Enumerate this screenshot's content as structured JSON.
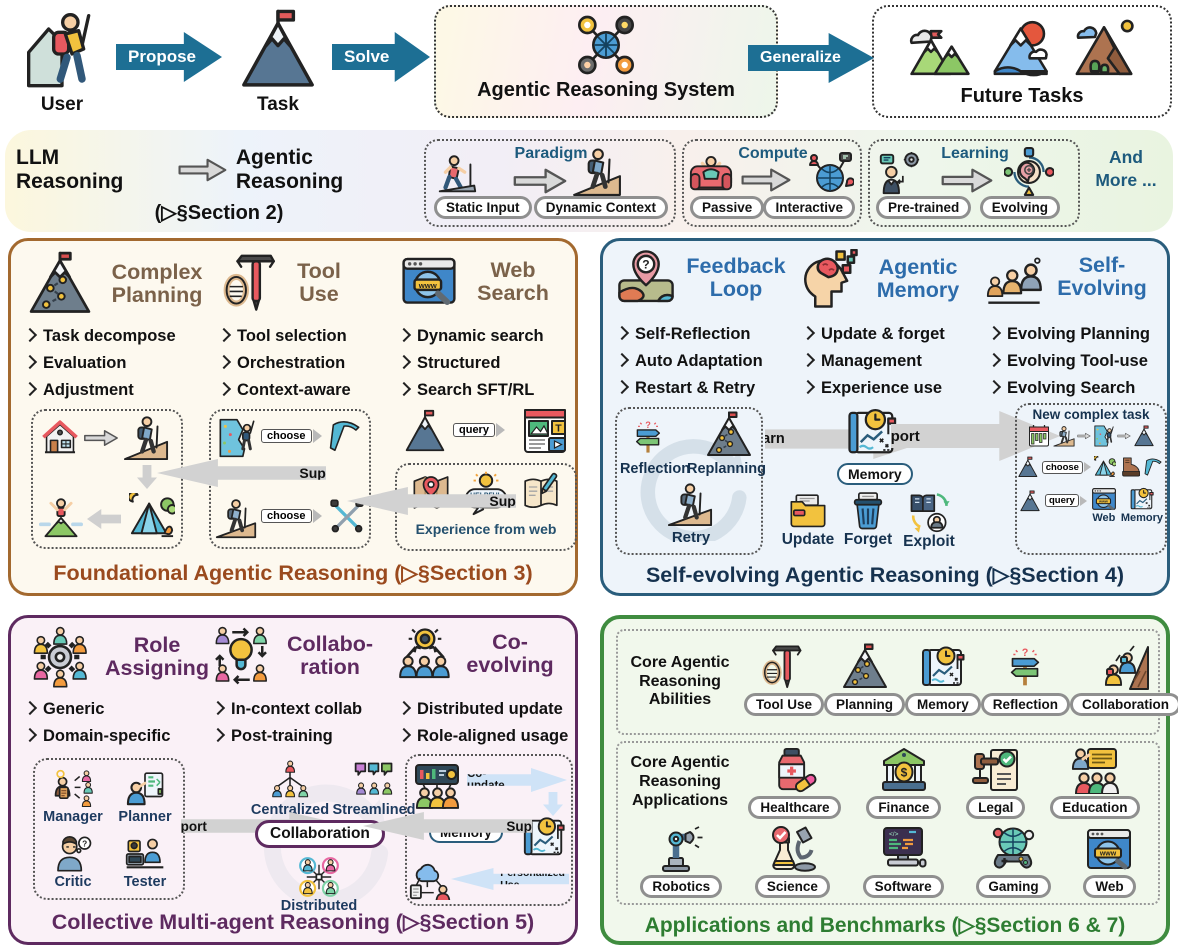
{
  "top_flow": {
    "user": "User",
    "propose": "Propose",
    "task": "Task",
    "solve": "Solve",
    "system": "Agentic Reasoning System",
    "generalize": "Generalize",
    "future": "Future Tasks"
  },
  "banner": {
    "from": "LLM Reasoning",
    "to": "Agentic Reasoning",
    "section": "(▷§Section 2)",
    "more": "And More ...",
    "transitions": [
      {
        "title": "Paradigm",
        "from": "Static Input",
        "to": "Dynamic Context",
        "from_icon": "treadmill-icon",
        "to_icon": "hiker-icon"
      },
      {
        "title": "Compute",
        "from": "Passive",
        "to": "Interactive",
        "from_icon": "couch-icon",
        "to_icon": "globe-network-icon"
      },
      {
        "title": "Learning",
        "from": "Pre-trained",
        "to": "Evolving",
        "from_icon": "pretrained-icon",
        "to_icon": "evolving-icon"
      }
    ]
  },
  "foundational": {
    "footer": "Foundational Agentic Reasoning (▷§Section 3)",
    "support": "Support",
    "choose": "choose",
    "query": "query",
    "experience": "Experience from web",
    "columns": [
      {
        "title": "Complex Planning",
        "icon": "mountain-path-icon",
        "bullets": [
          "Task decompose",
          "Evaluation",
          "Adjustment"
        ]
      },
      {
        "title": "Tool Use",
        "icon": "tool-icon",
        "bullets": [
          "Tool selection",
          "Orchestration",
          "Context-aware"
        ]
      },
      {
        "title": "Web Search",
        "icon": "web-search-icon",
        "bullets": [
          "Dynamic search",
          "Structured",
          "Search SFT/RL"
        ]
      }
    ]
  },
  "self_evolving": {
    "footer": "Self-evolving Agentic Reasoning (▷§Section 4)",
    "columns": [
      {
        "title": "Feedback Loop",
        "icon": "map-pin-question-icon",
        "bullets": [
          "Self-Reflection",
          "Auto Adaptation",
          "Restart & Retry"
        ]
      },
      {
        "title": "Agentic Memory",
        "icon": "memory-head-icon",
        "bullets": [
          "Update & forget",
          "Management",
          "Experience use"
        ]
      },
      {
        "title": "Self-Evolving",
        "icon": "self-evolve-icon",
        "bullets": [
          "Evolving Planning",
          "Evolving Tool-use",
          "Evolving Search"
        ]
      }
    ],
    "reflection": "Reflection",
    "replanning": "Replanning",
    "retry": "Retry",
    "learn": "Learn",
    "memory": "Memory",
    "update": "Update",
    "forget": "Forget",
    "exploit": "Exploit",
    "support": "Support",
    "new_task": "New complex task",
    "choose": "choose",
    "query": "query",
    "web": "Web",
    "memory_small": "Memory"
  },
  "collective": {
    "footer": "Collective Multi-agent Reasoning (▷§Section 5)",
    "columns": [
      {
        "title": "Role Assigning",
        "icon": "role-gear-icon",
        "bullets": [
          "Generic",
          "Domain-specific"
        ]
      },
      {
        "title": "Collabo-ration",
        "icon": "bulb-people-icon",
        "bullets": [
          "In-context collab",
          "Post-training"
        ]
      },
      {
        "title": "Co-evolving",
        "icon": "co-evolve-icon",
        "bullets": [
          "Distributed update",
          "Role-aligned usage"
        ]
      }
    ],
    "roles": [
      {
        "label": "Manager",
        "icon": "manager-icon"
      },
      {
        "label": "Planner",
        "icon": "planner-icon"
      },
      {
        "label": "Critic",
        "icon": "critic-icon"
      },
      {
        "label": "Tester",
        "icon": "tester-icon"
      }
    ],
    "support": "Support",
    "centralized": "Centralized",
    "streamlined": "Streamlined",
    "distributed": "Distributed",
    "collaboration": "Collaboration",
    "co_update": "Co-update",
    "memory": "Memory",
    "personalized": "Personalized Use"
  },
  "applications": {
    "footer": "Applications and Benchmarks (▷§Section 6 & 7)",
    "abilities_label": "Core Agentic Reasoning Abilities",
    "applications_label": "Core Agentic Reasoning Applications",
    "abilities": [
      {
        "label": "Tool Use",
        "icon": "tool-icon"
      },
      {
        "label": "Planning",
        "icon": "mountain-path-icon"
      },
      {
        "label": "Memory",
        "icon": "journal-icon"
      },
      {
        "label": "Reflection",
        "icon": "signpost-icon"
      },
      {
        "label": "Collaboration",
        "icon": "climbers-icon"
      }
    ],
    "apps_row1": [
      {
        "label": "Healthcare",
        "icon": "healthcare-icon"
      },
      {
        "label": "Finance",
        "icon": "finance-icon"
      },
      {
        "label": "Legal",
        "icon": "legal-icon"
      },
      {
        "label": "Education",
        "icon": "education-icon"
      }
    ],
    "apps_row2": [
      {
        "label": "Robotics",
        "icon": "robotics-icon"
      },
      {
        "label": "Science",
        "icon": "science-icon"
      },
      {
        "label": "Software",
        "icon": "software-icon"
      },
      {
        "label": "Gaming",
        "icon": "gaming-icon"
      },
      {
        "label": "Web",
        "icon": "web-icon"
      }
    ]
  },
  "colors": {
    "arrow_teal": "#1d6f94",
    "brown_border": "#a3692f",
    "brown_text": "#9a4a1e",
    "blue_border": "#2a5d7c",
    "blue_title": "#2d6cab",
    "navy_text": "#16324f",
    "purple": "#5e2a60",
    "green_border": "#3f8c3f",
    "green_text": "#2e7d32",
    "banner_title": "#1d5a7d"
  }
}
